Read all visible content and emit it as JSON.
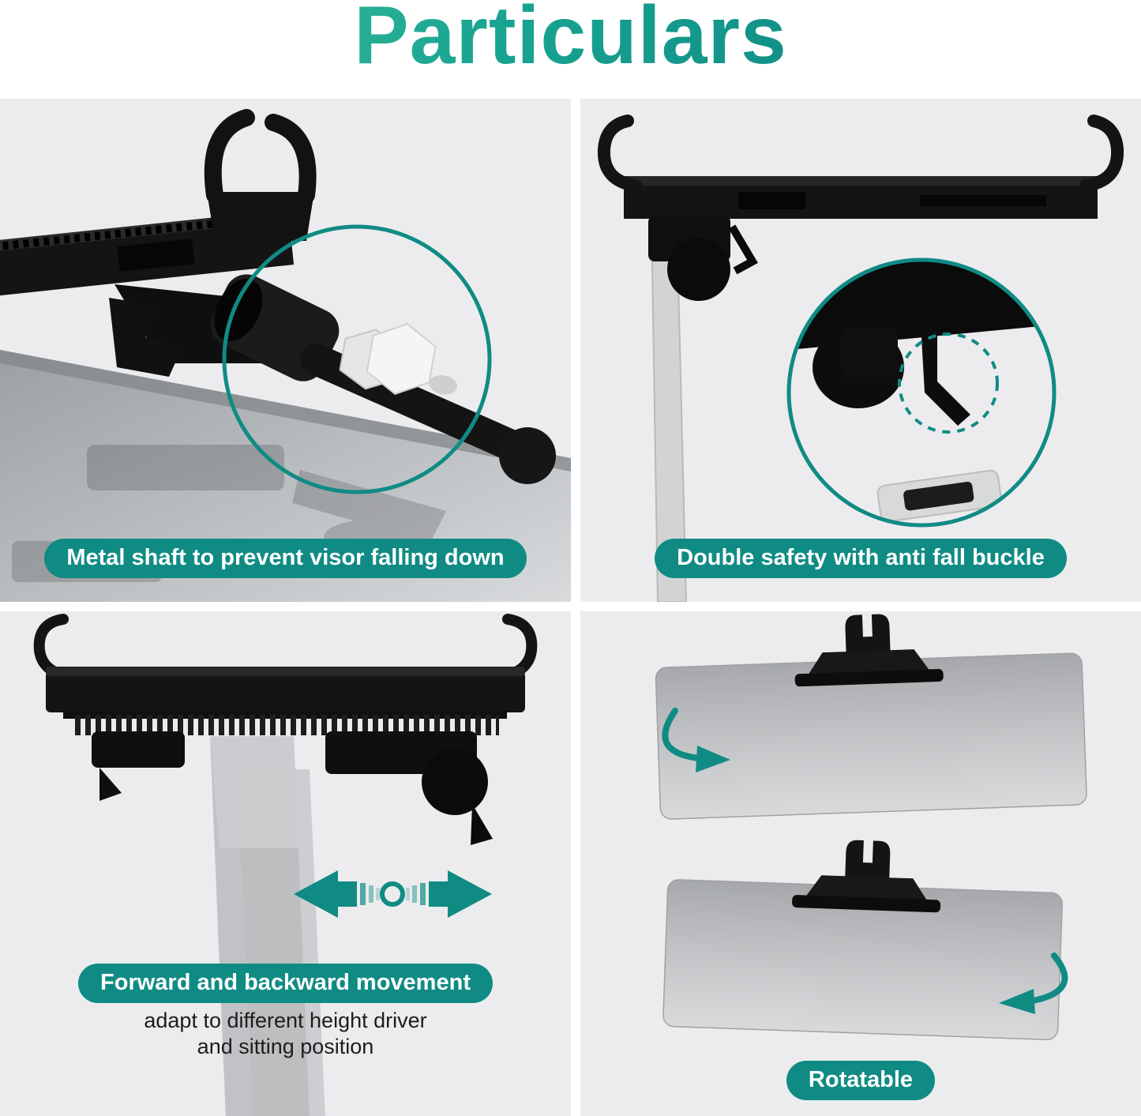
{
  "title": "Particulars",
  "accent_color": "#0f8b84",
  "panels": {
    "metal_shaft": {
      "caption": "Metal shaft to prevent visor falling down"
    },
    "double_safety": {
      "caption": "Double safety with anti fall buckle"
    },
    "movement": {
      "caption": "Forward and backward movement",
      "subtext_line1": "adapt to different height driver",
      "subtext_line2": "and sitting position"
    },
    "rotatable": {
      "caption": "Rotatable"
    }
  }
}
